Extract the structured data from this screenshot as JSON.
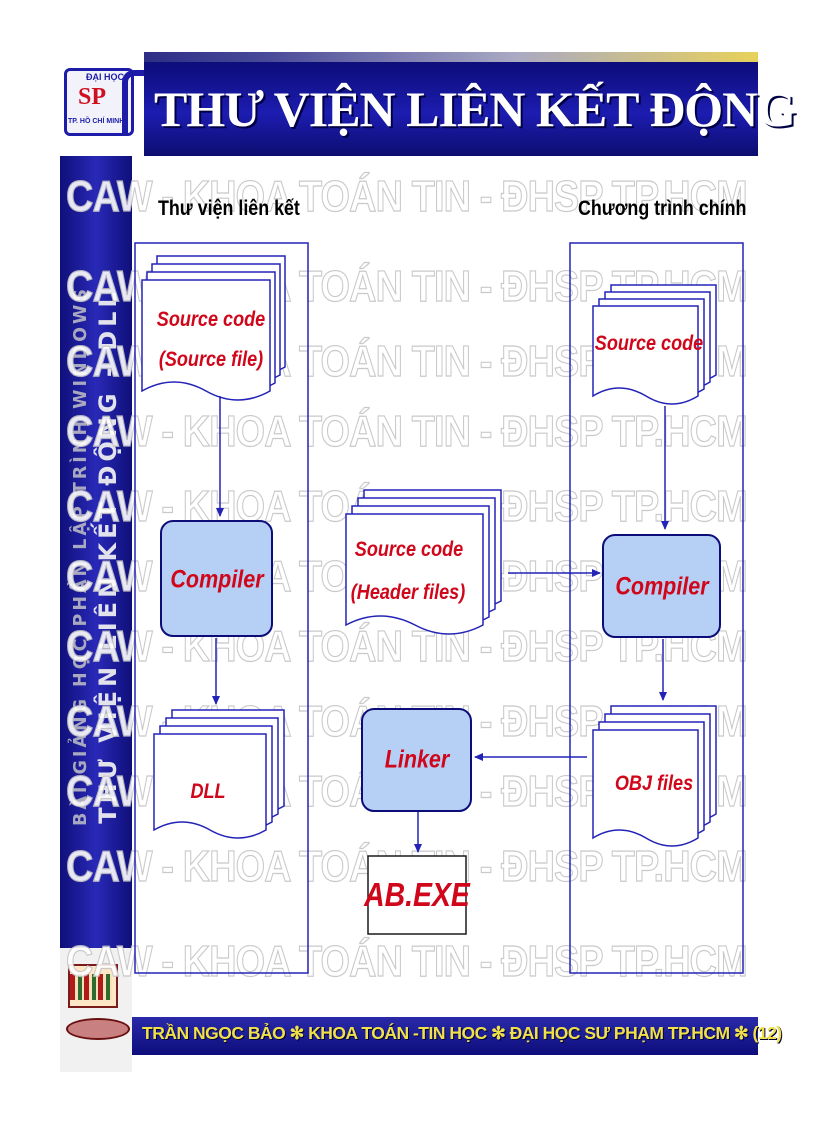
{
  "slide": {
    "title": "THƯ VIỆN LIÊN KẾT ĐỘNG",
    "logo": {
      "top": "ĐẠI HỌC",
      "mark": "SP",
      "bottom": "TP. HỒ CHÍ MINH"
    },
    "sidebar": {
      "line1": "BÀI GIẢNG HỌC PHẦN LẬP TRÌNH WINDOWS",
      "line2": "THƯ VIỆN LIÊN KẾT ĐỘNG - DLL"
    },
    "footer": "TRẦN NGỌC BẢO ✻ KHOA TOÁN -TIN HỌC ✻ ĐẠI HỌC SƯ PHẠM TP.HCM ✻ (12)",
    "watermark": "CAW - KHOA TOÁN TIN - ĐHSP TP.HCM"
  },
  "diagram": {
    "left_header": "Thư viện liên kết",
    "right_header": "Chương trình chính",
    "dll_source": [
      "Source code",
      "(Source file)"
    ],
    "dll_compiler": "Compiler",
    "dll_output": "DLL",
    "header_files": [
      "Source code",
      "(Header files)"
    ],
    "main_source": "Source code",
    "main_compiler": "Compiler",
    "obj_files": "OBJ files",
    "linker": "Linker",
    "exe": "AB.EXE"
  },
  "colors": {
    "navy": "#12128a",
    "label_red": "#d0061a",
    "process_fill": "#b5d0f4",
    "line_blue": "#2323b8"
  }
}
